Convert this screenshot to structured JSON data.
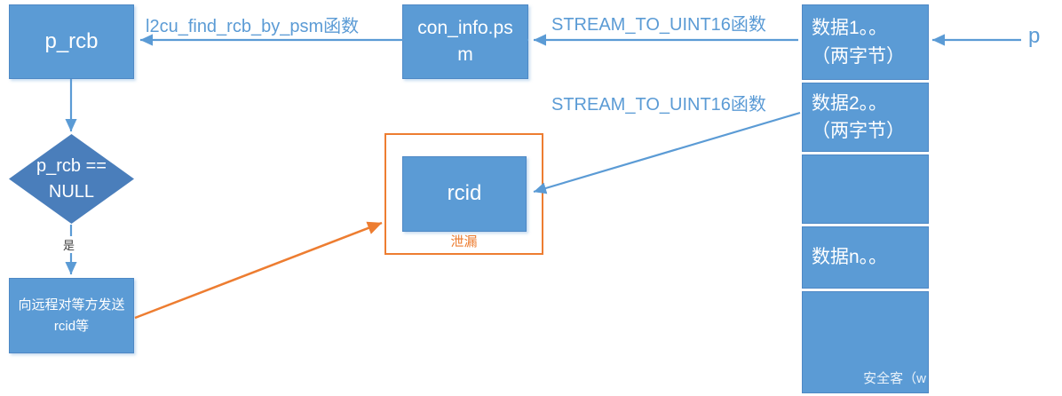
{
  "palette": {
    "node_blue": "#5B9BD5",
    "diamond_blue": "#4A7EBB",
    "orange": "#ED7D31"
  },
  "nodes": {
    "p_rcb": "p_rcb",
    "con_info": "con_info.psm",
    "decision": "p_rcb ==\nNULL",
    "send": "向远程对等方发送\nrcid等",
    "rcid": "rcid",
    "leak": "泄漏"
  },
  "edge_labels": {
    "find_rcb": "l2cu_find_rcb_by_psm函数",
    "stream_top": "STREAM_TO_UINT16函数",
    "stream_mid": "STREAM_TO_UINT16函数",
    "pointer": "p",
    "yes": "是"
  },
  "memory": {
    "cells": [
      "数据1。。\n（两字节）",
      "数据2。。\n（两字节）",
      "",
      "数据n。。",
      ""
    ],
    "watermark": "安全客（w"
  }
}
